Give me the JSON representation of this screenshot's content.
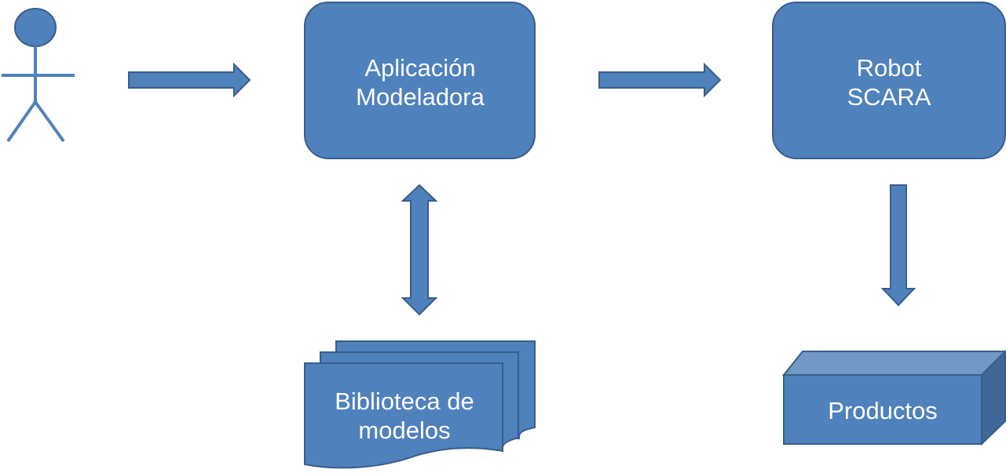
{
  "diagram": {
    "type": "flow",
    "colors": {
      "fill": "#4f81bd",
      "stroke": "#385d8a",
      "top_face": "#7299c6",
      "side_face": "#3f6798",
      "text": "#ffffff"
    },
    "nodes": {
      "user": {
        "icon": "stick-figure-actor-icon"
      },
      "app": {
        "line1": "Aplicación",
        "line2": "Modeladora",
        "shape": "rounded-rectangle"
      },
      "robot": {
        "line1": "Robot",
        "line2": "SCARA",
        "shape": "rounded-rectangle"
      },
      "library": {
        "line1": "Biblioteca de",
        "line2": "modelos",
        "shape": "multi-document"
      },
      "products": {
        "label": "Productos",
        "shape": "3d-box"
      }
    },
    "edges": [
      {
        "from": "user",
        "to": "app",
        "direction": "right"
      },
      {
        "from": "app",
        "to": "robot",
        "direction": "right"
      },
      {
        "from": "app",
        "to": "library",
        "direction": "both-vertical"
      },
      {
        "from": "robot",
        "to": "products",
        "direction": "down"
      }
    ]
  }
}
